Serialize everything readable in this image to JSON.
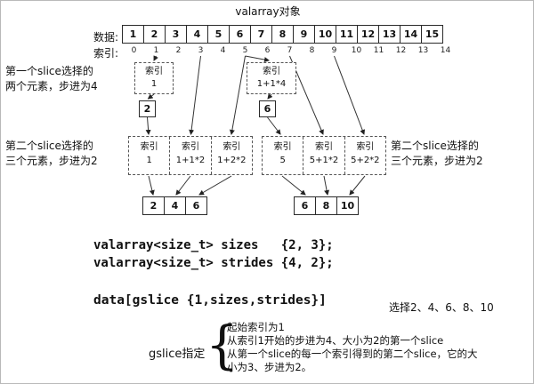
{
  "title": "valarray对象",
  "array": {
    "data_label": "数据:",
    "index_label": "索引:",
    "values": [
      "1",
      "2",
      "3",
      "4",
      "5",
      "6",
      "7",
      "8",
      "9",
      "10",
      "11",
      "12",
      "13",
      "14",
      "15"
    ],
    "indices": [
      "0",
      "1",
      "2",
      "3",
      "4",
      "5",
      "6",
      "7",
      "8",
      "9",
      "10",
      "11",
      "12",
      "13",
      "14"
    ]
  },
  "labels": {
    "first_slice": {
      "line1": "第一个slice选择的",
      "line2": "两个元素，步进为4"
    },
    "second_slice_left": {
      "line1": "第二个slice选择的",
      "line2": "三个元素，步进为2"
    },
    "second_slice_right": {
      "line1": "第二个slice选择的",
      "line2": "三个元素，步进为2"
    }
  },
  "slice1": {
    "boxes": [
      {
        "header": "索引",
        "expr": "1"
      },
      {
        "header": "索引",
        "expr": "1+1*4"
      }
    ],
    "values": [
      "2",
      "6"
    ]
  },
  "slice2": {
    "left": {
      "header": "索引",
      "exprs": [
        "1",
        "1+1*2",
        "1+2*2"
      ]
    },
    "right": {
      "header": "索引",
      "exprs": [
        "5",
        "5+1*2",
        "5+2*2"
      ]
    }
  },
  "results": {
    "left": [
      "2",
      "4",
      "6"
    ],
    "right": [
      "6",
      "8",
      "10"
    ]
  },
  "code": {
    "sizes_line": "valarray<size_t> sizes   {2, 3};",
    "strides_line": "valarray<size_t> strides {4, 2};",
    "gslice_line": "data[gslice {1,sizes,strides}]",
    "selection": "选择2、4、6、8、10"
  },
  "note": {
    "label": "gslice指定",
    "brace": "{",
    "lines": [
      "起始索引为1",
      "从索引1开始的步进为4、大小为2的第一个slice",
      "从第一个slice的每一个索引得到的第二个slice，它的大",
      "小为3、步进为2。"
    ]
  }
}
